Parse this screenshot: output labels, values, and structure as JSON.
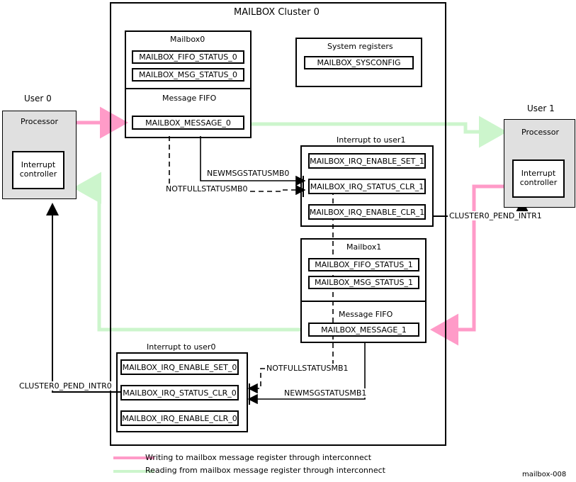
{
  "figure": {
    "id_label": "mailbox-008",
    "cluster_title": "MAILBOX Cluster 0",
    "colors": {
      "write_path": "#FF9BC8",
      "read_path": "#CCF5CC",
      "outline": "#000000",
      "processor_fill": "#E0E0E0"
    }
  },
  "users": {
    "user0": {
      "title": "User 0",
      "processor_label": "Processor",
      "interrupt_controller_label": "Interrupt\ncontroller",
      "interrupt_controller_line1": "Interrupt",
      "interrupt_controller_line2": "controller"
    },
    "user1": {
      "title": "User 1",
      "processor_label": "Processor",
      "interrupt_controller_line1": "Interrupt",
      "interrupt_controller_line2": "controller"
    }
  },
  "mailbox0": {
    "title": "Mailbox0",
    "registers": [
      "MAILBOX_FIFO_STATUS_0",
      "MAILBOX_MSG_STATUS_0"
    ],
    "fifo_title": "Message FIFO",
    "fifo_register": "MAILBOX_MESSAGE_0"
  },
  "mailbox1": {
    "title": "Mailbox1",
    "registers": [
      "MAILBOX_FIFO_STATUS_1",
      "MAILBOX_MSG_STATUS_1"
    ],
    "fifo_title": "Message FIFO",
    "fifo_register": "MAILBOX_MESSAGE_1"
  },
  "system_registers": {
    "title": "System registers",
    "registers": [
      "MAILBOX_SYSCONFIG"
    ]
  },
  "interrupt_user1": {
    "title": "Interrupt to user1",
    "registers": [
      "MAILBOX_IRQ_ENABLE_SET_1",
      "MAILBOX_IRQ_STATUS_CLR_1",
      "MAILBOX_IRQ_ENABLE_CLR_1"
    ]
  },
  "interrupt_user0": {
    "title": "Interrupt to user0",
    "registers": [
      "MAILBOX_IRQ_ENABLE_SET_0",
      "MAILBOX_IRQ_STATUS_CLR_0",
      "MAILBOX_IRQ_ENABLE_CLR_0"
    ]
  },
  "signals": {
    "newmsg_mb0": "NEWMSGSTATUSMB0",
    "notfull_mb0": "NOTFULLSTATUSMB0",
    "newmsg_mb1": "NEWMSGSTATUSMB1",
    "notfull_mb1": "NOTFULLSTATUSMB1",
    "pend_intr0": "CLUSTER0_PEND_INTR0",
    "pend_intr1": "CLUSTER0_PEND_INTR1"
  },
  "legend": {
    "items": [
      {
        "color_key": "write_path",
        "text": "Writing to mailbox message register through interconnect"
      },
      {
        "color_key": "read_path",
        "text": "Reading from mailbox message register through interconnect"
      }
    ]
  }
}
